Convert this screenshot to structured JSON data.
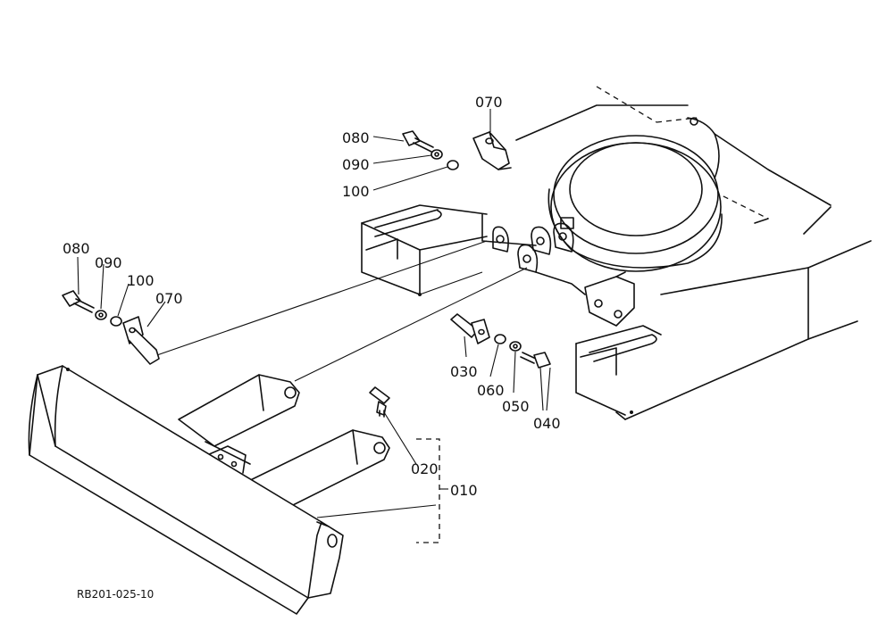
{
  "diagram": {
    "reference_code": "RB201-025-10",
    "callouts": [
      {
        "id": "callout-070-top",
        "label": "070"
      },
      {
        "id": "callout-080-top",
        "label": "080"
      },
      {
        "id": "callout-090-top",
        "label": "090"
      },
      {
        "id": "callout-100-top",
        "label": "100"
      },
      {
        "id": "callout-080-left",
        "label": "080"
      },
      {
        "id": "callout-090-left",
        "label": "090"
      },
      {
        "id": "callout-100-left",
        "label": "100"
      },
      {
        "id": "callout-070-left",
        "label": "070"
      },
      {
        "id": "callout-030",
        "label": "030"
      },
      {
        "id": "callout-060",
        "label": "060"
      },
      {
        "id": "callout-050",
        "label": "050"
      },
      {
        "id": "callout-040",
        "label": "040"
      },
      {
        "id": "callout-020",
        "label": "020"
      },
      {
        "id": "callout-010",
        "label": "010"
      }
    ]
  }
}
